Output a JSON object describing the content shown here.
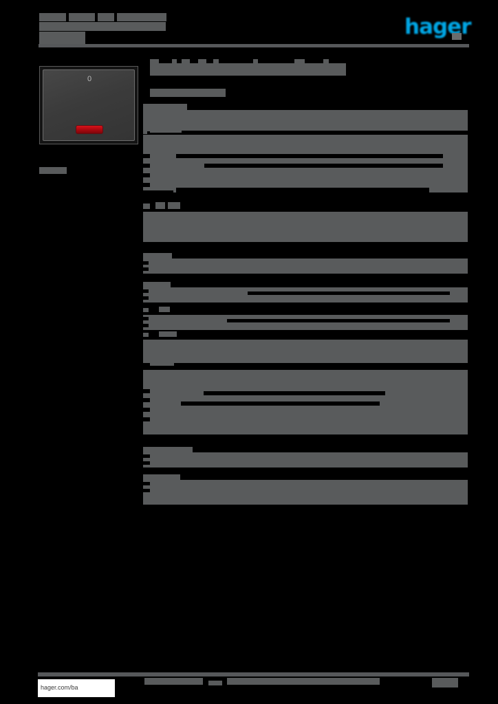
{
  "document": {
    "kind": "product-datasheet",
    "brand_logo_text": "hager",
    "brand_color": "#00a5e3",
    "page_background": "#000000",
    "redaction_color": "#595b5c",
    "header": {
      "title_line1": "",
      "title_line2": "",
      "rule": true
    },
    "title": "",
    "subtitle": "",
    "product_reference": ""
  },
  "product_image": {
    "caption": "",
    "marking": "0",
    "body_color": "#3b3b3b",
    "frame_color": "#141414",
    "indicator_color": "#c0101a",
    "indicator_label": ""
  },
  "spec_sections": [
    {
      "heading": "",
      "rows": [
        {
          "label": "",
          "value": ""
        },
        {
          "label": "",
          "value": ""
        },
        {
          "label": "",
          "value": ""
        }
      ]
    },
    {
      "heading": "",
      "rows": [
        {
          "label": "",
          "value": ""
        },
        {
          "label": "",
          "value": ""
        },
        {
          "label": "",
          "value": ""
        },
        {
          "label": "",
          "value": ""
        },
        {
          "label": "",
          "value": ""
        }
      ]
    },
    {
      "heading": "",
      "rows": [
        {
          "label": "",
          "value": ""
        },
        {
          "label": "",
          "value": ""
        }
      ]
    },
    {
      "heading": "",
      "rows": [
        {
          "label": "",
          "value": ""
        }
      ]
    },
    {
      "heading": "",
      "rows": [
        {
          "label": "",
          "value": ""
        },
        {
          "label": "",
          "value": ""
        },
        {
          "label": "",
          "value": ""
        }
      ]
    },
    {
      "heading": "",
      "rows": [
        {
          "label": "",
          "value": ""
        },
        {
          "label": "",
          "value": ""
        },
        {
          "label": "",
          "value": ""
        },
        {
          "label": "",
          "value": ""
        },
        {
          "label": "",
          "value": ""
        }
      ]
    },
    {
      "heading": "",
      "rows": [
        {
          "label": "",
          "value": ""
        }
      ]
    },
    {
      "heading": "",
      "rows": [
        {
          "label": "",
          "value": ""
        },
        {
          "label": "",
          "value": ""
        }
      ]
    }
  ],
  "footer": {
    "url": "hager.com/ba",
    "center_text": "",
    "page_number": ""
  }
}
